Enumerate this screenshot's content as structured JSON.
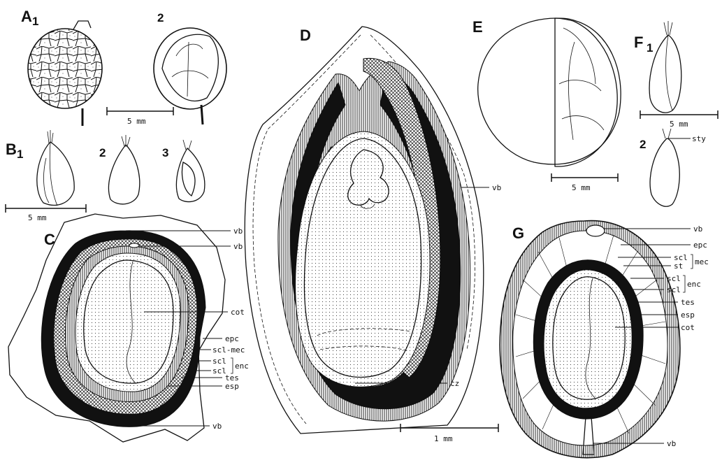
{
  "panels": {
    "A": {
      "letter": "A",
      "sub1": "1",
      "sub2": "2"
    },
    "B": {
      "letter": "B",
      "sub1": "1",
      "sub2": "2",
      "sub3": "3"
    },
    "C": {
      "letter": "C"
    },
    "D": {
      "letter": "D"
    },
    "E": {
      "letter": "E"
    },
    "F": {
      "letter": "F",
      "sub1": "1",
      "sub2": "2"
    },
    "G": {
      "letter": "G"
    }
  },
  "scale_bars": {
    "A": "5 mm",
    "B": "5 mm",
    "D": "1 mm",
    "E": "5 mm",
    "F": "5 mm"
  },
  "labels_C": {
    "vb_top1": "vb",
    "vb_top2": "vb",
    "cot": "cot",
    "epc": "epc",
    "scl_mec": "scl-mec",
    "scl_a": "scl",
    "scl_b": "scl",
    "enc": "enc",
    "tes": "tes",
    "esp": "esp",
    "vb_bottom": "vb"
  },
  "labels_D": {
    "vb": "vb",
    "cz": "cz"
  },
  "labels_F": {
    "sty": "sty"
  },
  "labels_G": {
    "vb_top": "vb",
    "epc": "epc",
    "scl_1": "scl",
    "mec": "mec",
    "st": "st",
    "scl_2": "scl",
    "enc": "enc",
    "scl_3": "scl",
    "tes": "tes",
    "esp": "esp",
    "cot": "cot",
    "vb_bottom": "vb"
  },
  "colors": {
    "ink": "#111111",
    "background": "#ffffff"
  }
}
